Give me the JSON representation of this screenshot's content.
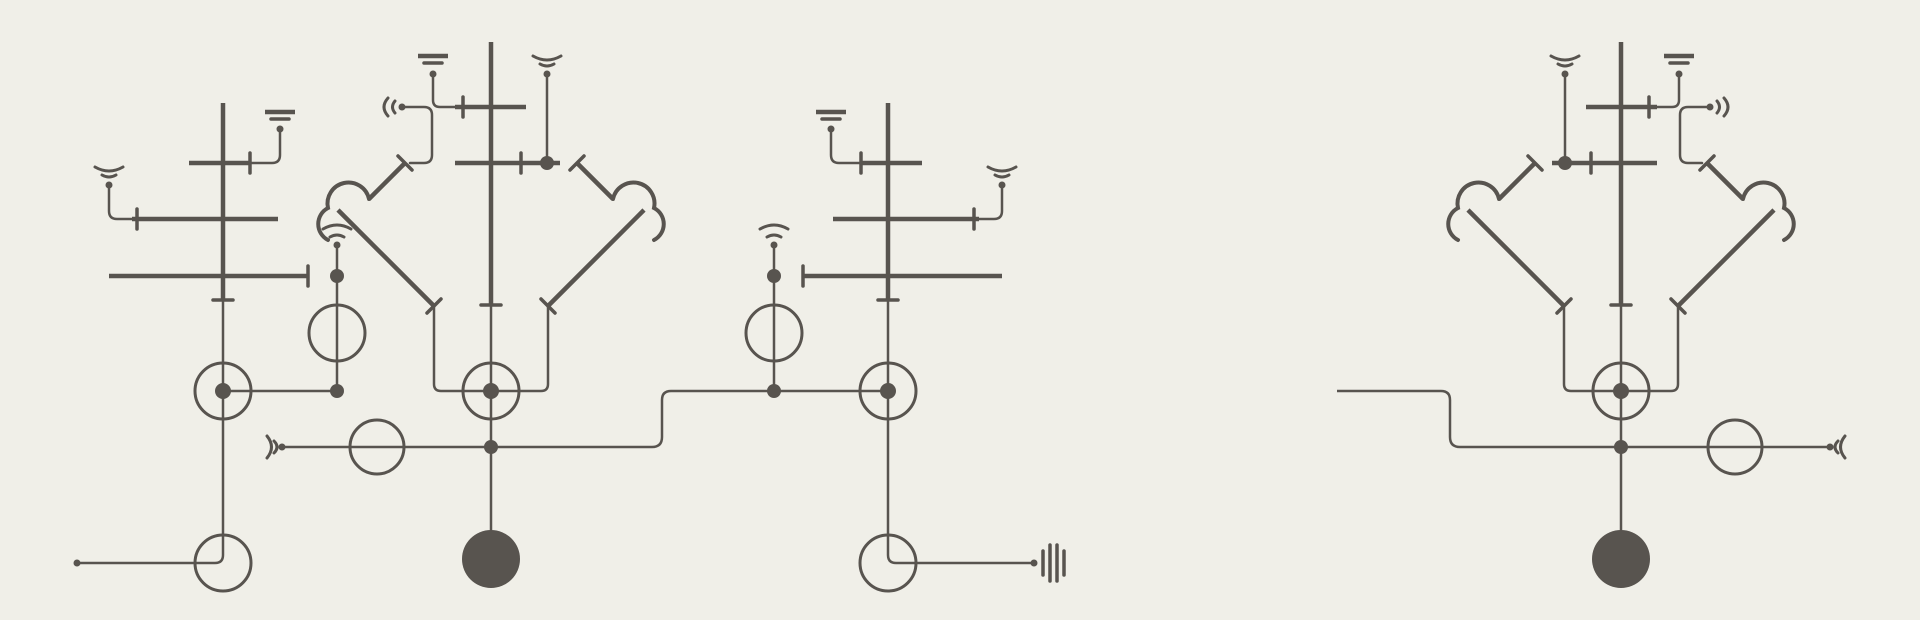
{
  "diagram": {
    "kind": "mirrored single-line schematic",
    "colors": {
      "background": "#f0efe8",
      "ink": "#58544f"
    },
    "icons": [
      "antenna-icon",
      "ground-icon",
      "signal-icon",
      "battery-icon"
    ],
    "groups": [
      "left-unit",
      "center-left-unit",
      "center-right-unit",
      "right-unit"
    ]
  }
}
